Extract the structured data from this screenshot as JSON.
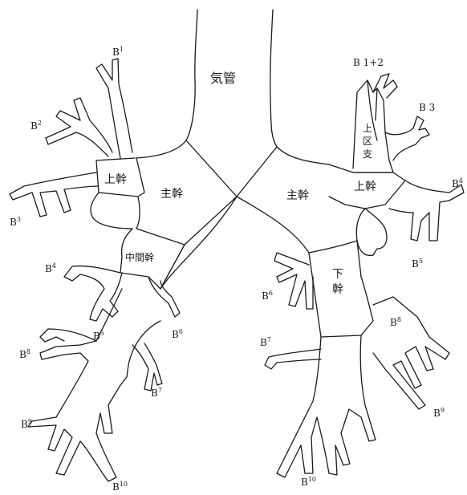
{
  "trachea": "気管",
  "left": {
    "main_stem": "主幹",
    "upper_trunk": "上幹",
    "intermediate_trunk": "中間幹",
    "labels": {
      "b1": {
        "base": "B",
        "sup": "1"
      },
      "b2": {
        "base": "B",
        "sup": "2"
      },
      "b3": {
        "base": "B",
        "sup": "3"
      },
      "b4": {
        "base": "B",
        "sup": "4"
      },
      "b5": {
        "base": "B",
        "sup": "5"
      },
      "b6": {
        "base": "B",
        "sup": "6"
      },
      "b7": {
        "base": "B",
        "sup": "7"
      },
      "b8": {
        "base": "B",
        "sup": "8"
      },
      "b9": {
        "base": "B",
        "sup": "9"
      },
      "b10": {
        "base": "B",
        "sup": "10"
      }
    }
  },
  "right": {
    "main_stem": "主幹",
    "upper_division": [
      "上",
      "区",
      "支"
    ],
    "upper_trunk": "上幹",
    "lower_trunk": [
      "下",
      "幹"
    ],
    "labels": {
      "b1_2": "B 1+2",
      "b3": "B 3",
      "b4": {
        "base": "B",
        "sup": "4"
      },
      "b5": {
        "base": "B",
        "sup": "5"
      },
      "b6": {
        "base": "B",
        "sup": "6"
      },
      "b7": {
        "base": "B",
        "sup": "7"
      },
      "b8": {
        "base": "B",
        "sup": "8"
      },
      "b9": {
        "base": "B",
        "sup": "9"
      },
      "b10": {
        "base": "B",
        "sup": "10"
      }
    }
  }
}
